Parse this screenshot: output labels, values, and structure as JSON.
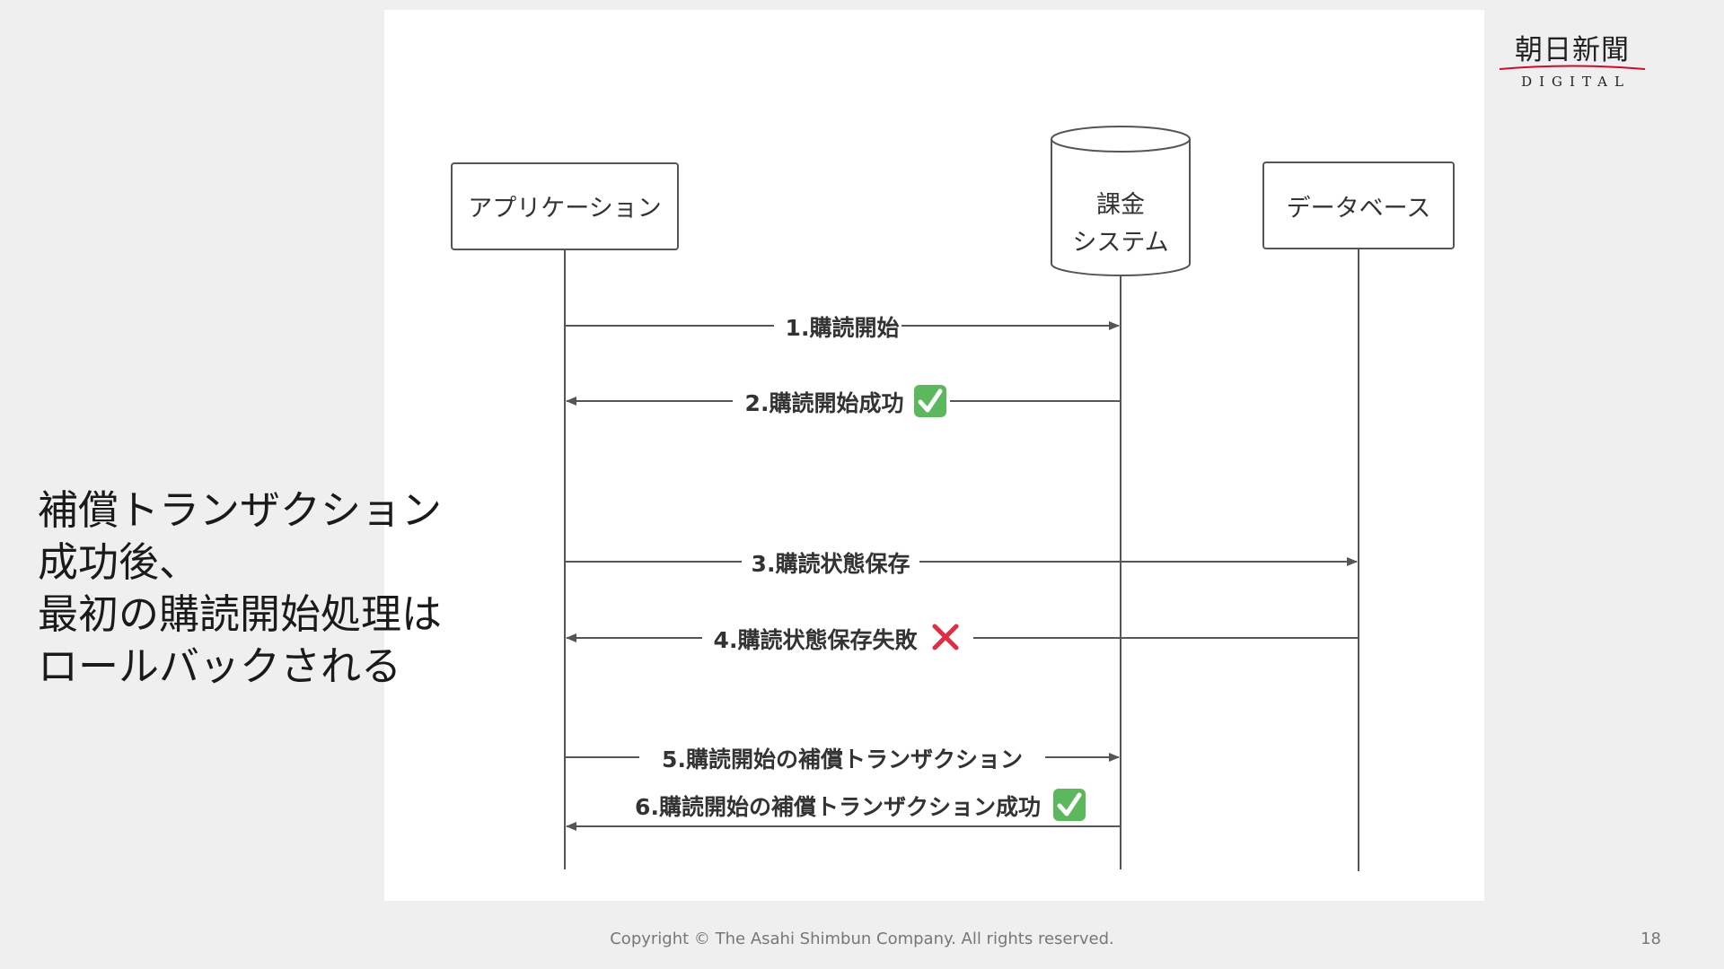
{
  "caption": {
    "lines": [
      "補償トランザクション",
      "成功後、",
      "最初の購読開始処理は",
      "ロールバックされる"
    ]
  },
  "logo": {
    "main": "朝日新聞",
    "sub": "DIGITAL"
  },
  "diagram": {
    "participants": {
      "app": "アプリケーション",
      "billing_line1": "課金",
      "billing_line2": "システム",
      "database": "データベース"
    },
    "messages": [
      {
        "label": "1.購読開始",
        "status": ""
      },
      {
        "label": "2.購読開始成功",
        "status": "success"
      },
      {
        "label": "3.購読状態保存",
        "status": ""
      },
      {
        "label": "4.購読状態保存失敗",
        "status": "failure"
      },
      {
        "label": "5.購読開始の補償トランザクション",
        "status": ""
      },
      {
        "label": "6.購読開始の補償トランザクション成功",
        "status": "success"
      }
    ],
    "colors": {
      "line": "#555555",
      "success": "#5cb85c",
      "failure": "#dd2e44"
    }
  },
  "footer": {
    "copyright": "Copyright © The Asahi Shimbun Company. All rights reserved.",
    "page": "18"
  }
}
